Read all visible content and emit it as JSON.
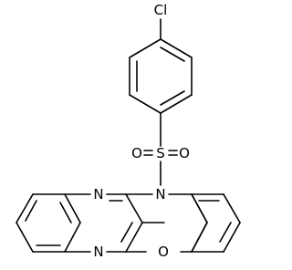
{
  "atom_labels": {
    "cl": "Cl",
    "s": "S",
    "o_sulfonyl_left": "O",
    "o_sulfonyl_right": "O",
    "n_sulfonyl": "N",
    "n_quinoxaline": "N",
    "n_lower": "N",
    "o_ring": "O"
  },
  "colors": {
    "bond": "#000000",
    "background": "#ffffff"
  }
}
